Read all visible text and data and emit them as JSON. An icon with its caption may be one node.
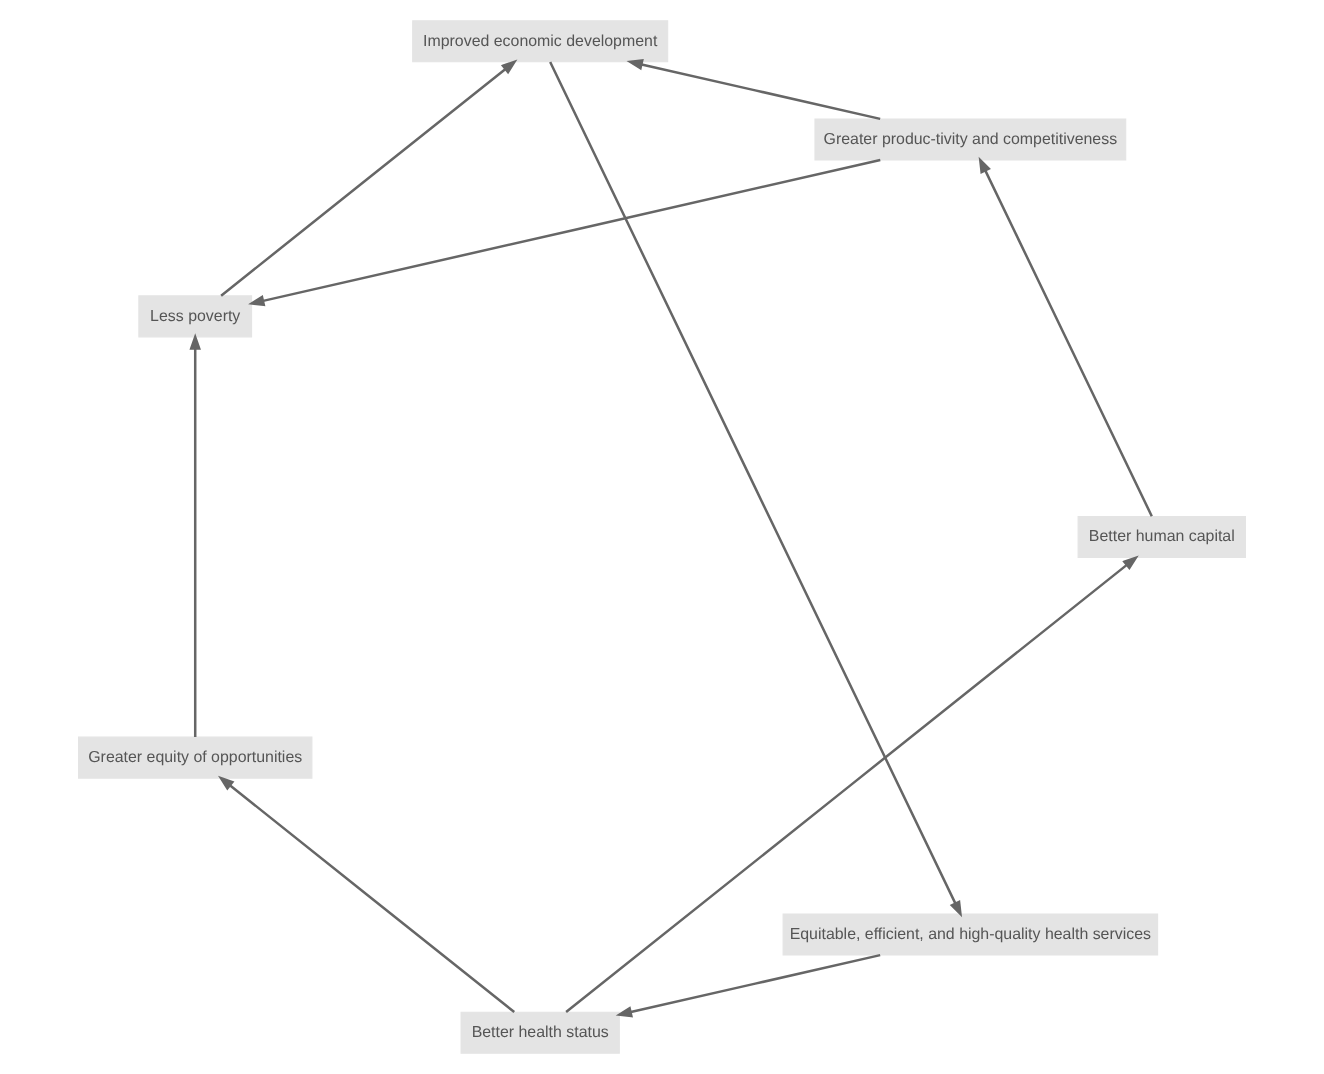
{
  "diagram": {
    "nodes": [
      {
        "text": [
          "Equitable, efficient, and high-quality health services"
        ]
      },
      {
        "text": [
          "Better health status"
        ]
      },
      {
        "text": [
          "Greater equity of opportunities"
        ]
      },
      {
        "text": [
          "Better human capital"
        ]
      },
      {
        "text": [
          "Greater produc-tivity and competitiveness"
        ]
      },
      {
        "text": [
          "Less poverty"
        ]
      },
      {
        "text": [
          "Improved economic development"
        ]
      }
    ],
    "edges": [
      {
        "from": 0,
        "to": 1,
        "arrow": "to"
      },
      {
        "from": 1,
        "to": 2,
        "arrow": "to"
      },
      {
        "from": 1,
        "to": 3,
        "arrow": "to"
      },
      {
        "from": 2,
        "to": 5,
        "arrow": "to"
      },
      {
        "from": 3,
        "to": 4,
        "arrow": "to"
      },
      {
        "from": 4,
        "to": 5,
        "arrow": "to"
      },
      {
        "from": 4,
        "to": 6,
        "arrow": "to"
      },
      {
        "from": 5,
        "to": 6,
        "arrow": "to"
      },
      {
        "from": 6,
        "to": 0,
        "arrow": "to"
      }
    ]
  }
}
